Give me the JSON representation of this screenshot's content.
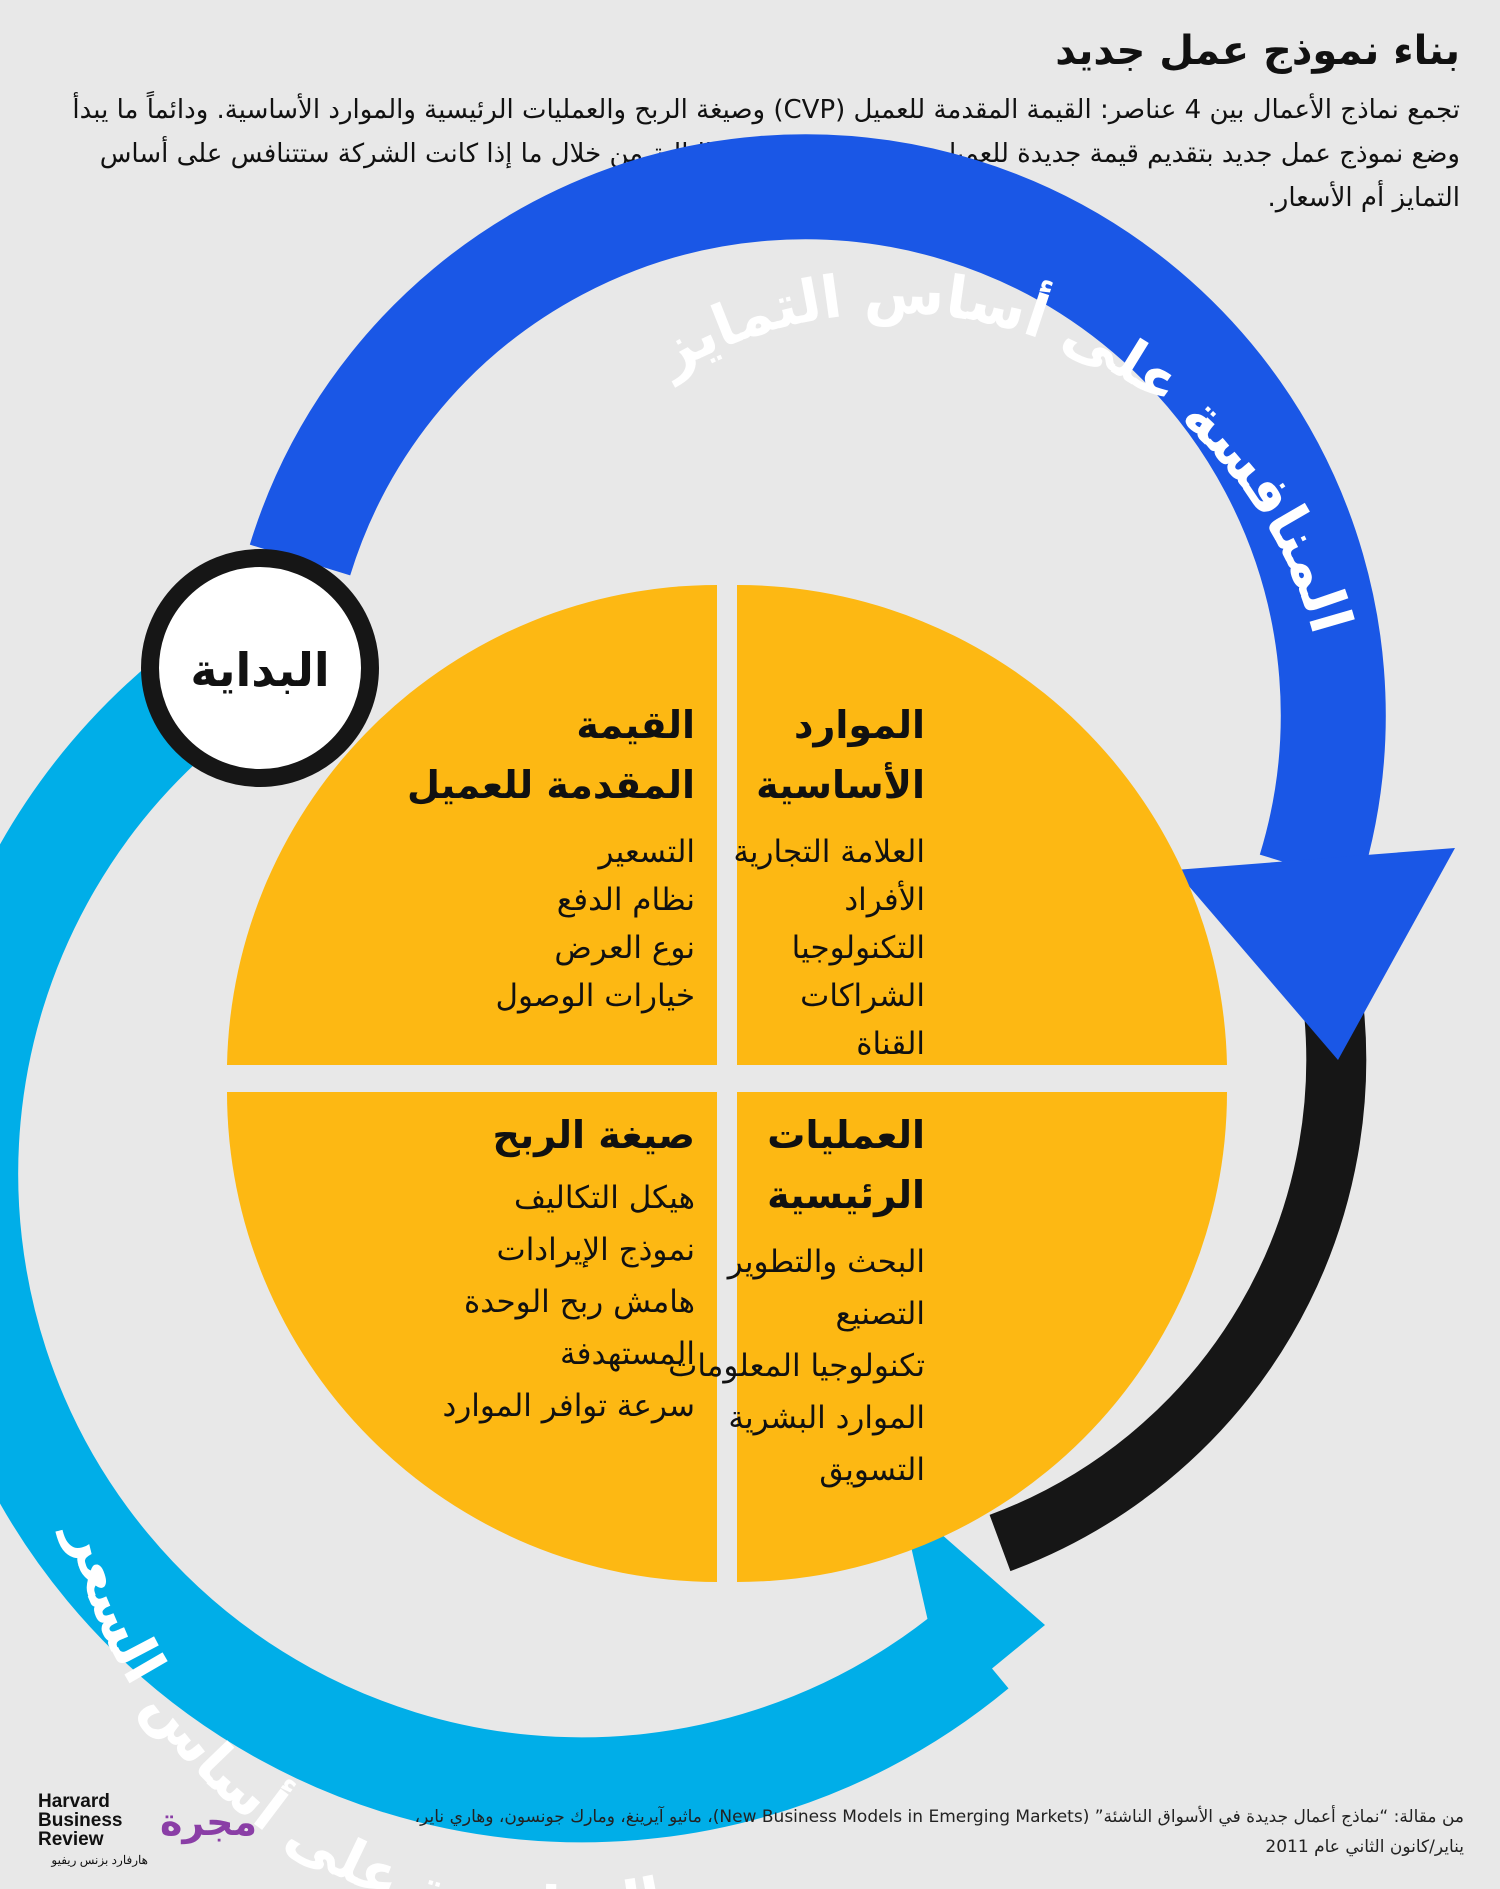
{
  "header": {
    "title": "بناء نموذج عمل جديد",
    "description": "تجمع نماذج الأعمال بين 4 عناصر: القيمة المقدمة للعميل (CVP) وصيغة الربح والعمليات الرئيسية والموارد الأساسية. ودائماً ما يبدأ وضع نموذج عمل جديد بتقديم قيمة جديدة للعميل. ويتم تحديد الخطوة التالية من خلال ما إذا كانت الشركة ستتنافس على أساس التمايز أم الأسعار."
  },
  "ring": {
    "top_label": "المنافسة على أساس التمايز",
    "bottom_label": "المنافسة على أساس السعر",
    "start_label": "البداية"
  },
  "quadrants": {
    "cvp": {
      "title_lines": [
        "القيمة",
        "المقدمة للعميل"
      ],
      "items": [
        "التسعير",
        "نظام الدفع",
        "نوع العرض",
        "خيارات الوصول"
      ]
    },
    "resources": {
      "title_lines": [
        "الموارد",
        "الأساسية"
      ],
      "items": [
        "العلامة التجارية",
        "الأفراد",
        "التكنولوجيا",
        "الشراكات",
        "القناة"
      ]
    },
    "profit": {
      "title_lines": [
        "صيغة الربح"
      ],
      "items": [
        "هيكل التكاليف",
        "نموذج الإيرادات",
        "هامش ربح الوحدة",
        "المستهدفة",
        "سرعة توافر الموارد"
      ]
    },
    "processes": {
      "title_lines": [
        "العمليات",
        "الرئيسية"
      ],
      "items": [
        "البحث والتطوير",
        "التصنيع",
        "تكنولوجيا المعلومات",
        "الموارد البشرية",
        "التسويق"
      ]
    }
  },
  "colors": {
    "background": "#e8e8e8",
    "pie": "#fdb813",
    "blue_dark": "#1a57e6",
    "blue_light": "#00aee8",
    "black": "#161616"
  },
  "footer": {
    "logo_lines": [
      "Harvard",
      "Business",
      "Review"
    ],
    "logo_arabic": "هارفارد بزنس ريفيو",
    "brand": "مجرة",
    "source_line1": "من مقالة: “نماذج أعمال جديدة في الأسواق الناشئة” (New Business Models in Emerging Markets)، ماثيو آيرينغ، ومارك جونسون، وهاري ناير،",
    "source_line2": "يناير/كانون الثاني عام 2011"
  }
}
